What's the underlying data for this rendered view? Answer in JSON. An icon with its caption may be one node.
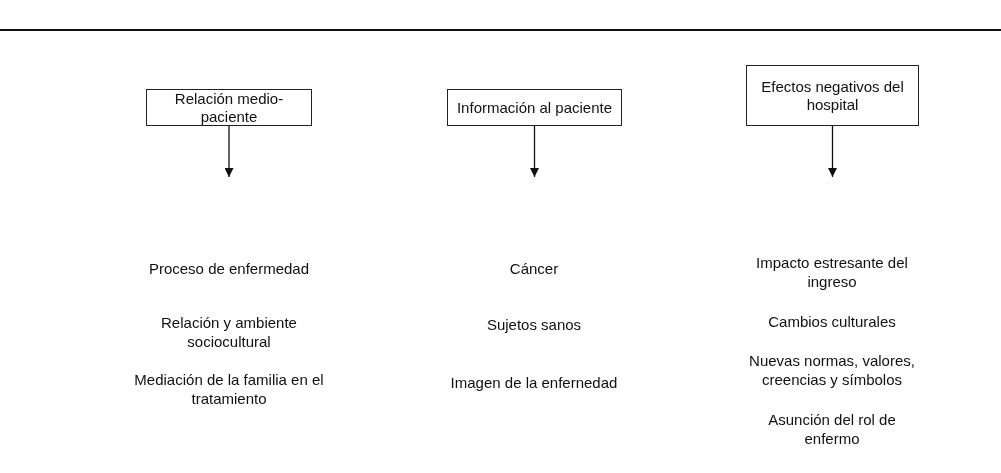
{
  "diagram": {
    "nodes": [
      {
        "text": [
          "Relación medio-paciente"
        ]
      },
      {
        "text": [
          "Información al paciente"
        ]
      },
      {
        "text": [
          "Efectos negativos del hospital"
        ]
      }
    ],
    "edges": [
      {
        "from": 0,
        "to": null,
        "arrow": "to"
      },
      {
        "from": 1,
        "to": null,
        "arrow": "to"
      },
      {
        "from": 2,
        "to": null,
        "arrow": "to"
      }
    ],
    "labels": [
      "Proceso de enfermedad",
      "Cáncer",
      "Impacto estresante del ingreso",
      "Cambios culturales",
      "Relación y ambiente sociocultural",
      "Sujetos sanos",
      "Nuevas normas, valores, creencias y símbolos",
      "Mediación de la familia en el tratamiento",
      "Imagen de la enfernedad",
      "Asunción del rol de enfermo"
    ]
  }
}
